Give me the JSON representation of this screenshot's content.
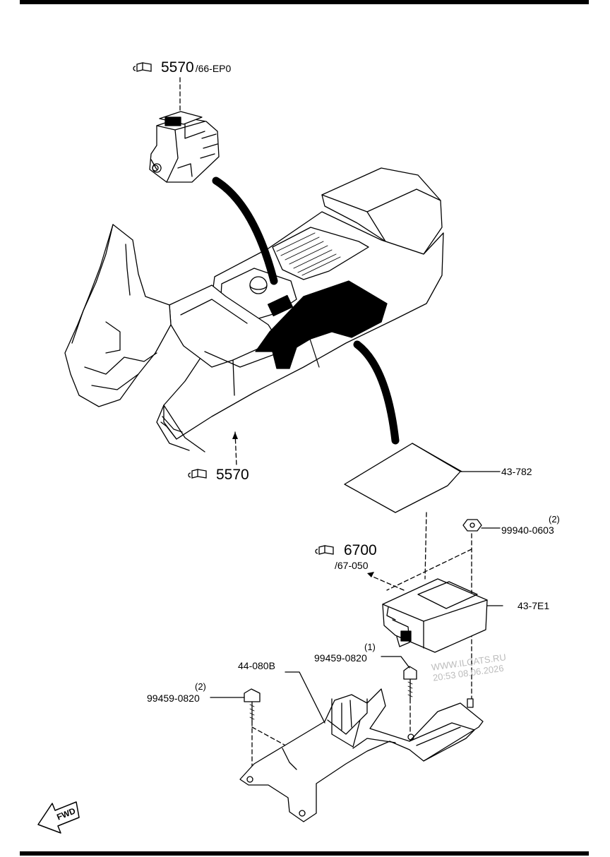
{
  "callouts": {
    "switch_ref": {
      "main": "5570",
      "sub": "/66-EP0"
    },
    "console_ref": {
      "main": "5570"
    },
    "module_ref": {
      "main": "6700",
      "sub": "/67-050"
    }
  },
  "parts": {
    "pad": "43-782",
    "nut": {
      "number": "99940-0603",
      "qty": "(2)"
    },
    "module": "43-7E1",
    "bracket": "44-080B",
    "bolt_right": {
      "number": "99459-0820",
      "qty": "(1)"
    },
    "bolt_left": {
      "number": "99459-0820",
      "qty": "(2)"
    }
  },
  "watermark": {
    "site": "WWW.ILCATS.RU",
    "datetime": "20:53 08.06.2026"
  },
  "fwd_label": "FWD"
}
